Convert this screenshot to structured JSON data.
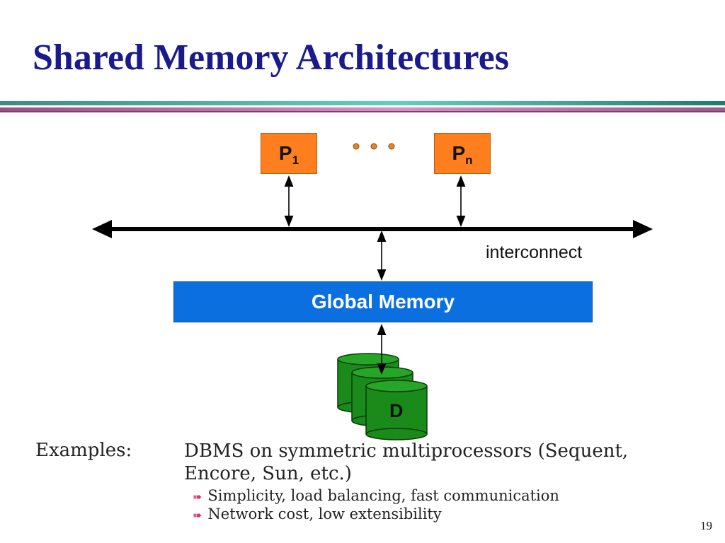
{
  "slide": {
    "title": "Shared Memory Architectures",
    "page_number": "19"
  },
  "diagram": {
    "processor_first": {
      "letter": "P",
      "subscript": "1"
    },
    "processor_last": {
      "letter": "P",
      "subscript": "n"
    },
    "interconnect_label": "interconnect",
    "global_memory_label": "Global Memory",
    "disk_label": "D",
    "colors": {
      "processor": "#ff7f1e",
      "memory": "#0b6fe0",
      "disk": "#1a8a1a",
      "ellipsis_dots": "#e8822a"
    }
  },
  "examples": {
    "label": "Examples:",
    "text": "DBMS on symmetric multiprocessors (Sequent, Encore, Sun, etc.)",
    "bullets": [
      "Simplicity, load balancing, fast communication",
      "Network cost, low extensibility"
    ]
  }
}
